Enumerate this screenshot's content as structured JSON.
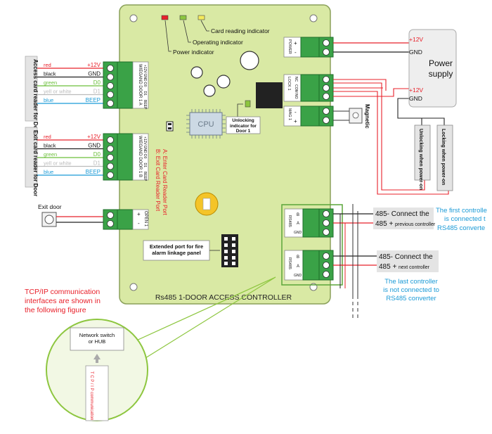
{
  "leds": {
    "power": "Power indicator",
    "operating": "Operating indicator",
    "card": "Card reading indicator",
    "unlock": "Unlocking indicator for Door 1"
  },
  "reader_in": {
    "side_label": "Access card reader for Door",
    "wires": [
      {
        "color": "red",
        "signal": "+12V",
        "hex": "#e8202a"
      },
      {
        "color": "black",
        "signal": "GND",
        "hex": "#222222"
      },
      {
        "color": "green",
        "signal": "D0",
        "hex": "#6cbf3b"
      },
      {
        "color": "yell or white",
        "signal": "D1",
        "hex": "#bbbbbb"
      },
      {
        "color": "blue",
        "signal": "BEEP",
        "hex": "#1a9ad6"
      }
    ],
    "port_label": "WIEGAND DOOR 1 A",
    "pins": [
      "+12V",
      "GND",
      "D0",
      "D1",
      "BEEP"
    ]
  },
  "reader_out": {
    "side_label": "Exit card reader for Door",
    "wires": [
      {
        "color": "red",
        "signal": "+12V",
        "hex": "#e8202a"
      },
      {
        "color": "black",
        "signal": "GND",
        "hex": "#222222"
      },
      {
        "color": "green",
        "signal": "D0",
        "hex": "#6cbf3b"
      },
      {
        "color": "yell or white",
        "signal": "D1",
        "hex": "#bbbbbb"
      },
      {
        "color": "blue",
        "signal": "BEEP",
        "hex": "#1a9ad6"
      }
    ],
    "port_label": "WIEGAND DOOR 1 B",
    "pins": [
      "+12V",
      "GND",
      "D0",
      "D1",
      "BEEP"
    ]
  },
  "port_notes": [
    "A: Enter Card Reader Port",
    "B: Exit Card Reader Port"
  ],
  "exit": {
    "label": "Exit door",
    "port": "OPEN 1",
    "pins": [
      "+",
      "-"
    ]
  },
  "cpu": "CPU",
  "fire": "Extended port for fire alarm linkage panel",
  "controller_title": "Rs485 1-DOOR ACCESS CONTROLLER",
  "power_port": {
    "label": "POWER",
    "pins": [
      "+",
      "-"
    ]
  },
  "lock_port": {
    "label": "LOCK 1",
    "pins": [
      "NC",
      "COM",
      "NO"
    ]
  },
  "mag_port": {
    "label": "MAG 1",
    "pins": [
      "+",
      "-"
    ]
  },
  "rs485_port": {
    "label": "RS485",
    "pins": [
      "B",
      "A",
      "GND"
    ]
  },
  "psu": {
    "title": "Power supply",
    "top_pos": "+12V",
    "top_gnd": "GND",
    "bot_pos": "+12V",
    "bot_gnd": "GND"
  },
  "magnetic": "Magnetic",
  "unlock_poweron": "Unlocking when power-on",
  "lock_poweron": "Locking when power-on",
  "rs485_links": {
    "first_line1": "485- Connect the",
    "first_line2": "485 +",
    "first_line2b": "previous controller",
    "next_line1": "485- Connect the",
    "next_line2": "485 +",
    "next_line2b": "next controller",
    "first_note": [
      "The first controlle",
      "is connected t",
      "RS485 converte"
    ],
    "last_note": [
      "The last controller",
      "is not connected to",
      "RS485 converter"
    ]
  },
  "tcp_note": [
    "TCP/IP communication",
    "interfaces are shown in",
    "the following figure"
  ],
  "switch": "Network switch or HUB",
  "tcp_cable": "T C P / I P communication",
  "colors": {
    "board": "#d9e9a4",
    "board_stroke": "#8aa05a",
    "terminal": "#3aa247",
    "accent_red": "#e8202a",
    "accent_blue": "#1a9ad6"
  }
}
